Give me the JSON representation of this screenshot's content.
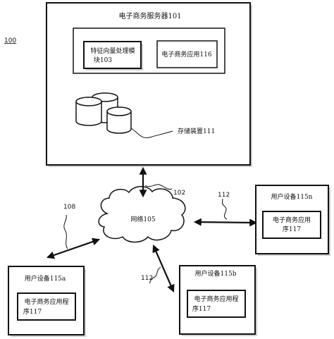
{
  "figure": {
    "ref_100": "100",
    "server": {
      "title": "电子商务服务器101",
      "feature_module_line1": "特征向量处理模",
      "feature_module_line2": "块103",
      "ecommerce_app": "电子商务应用116",
      "storage": "存储装置111"
    },
    "network": {
      "label": "网络105",
      "ref_102": "102",
      "ref_108": "108",
      "ref_112_right": "112",
      "ref_112_bottom": "112"
    },
    "devices": {
      "device_115n": {
        "title": "用户设备115n",
        "app_line1": "电子商务应用",
        "app_line2": "序117"
      },
      "device_115a": {
        "title": "用户设备115a",
        "app_line1": "电子商务应用程",
        "app_line2": "序117"
      },
      "device_115b": {
        "title": "用户设备115b",
        "app_line1": "电子商务应用程",
        "app_line2": "序117"
      }
    }
  }
}
